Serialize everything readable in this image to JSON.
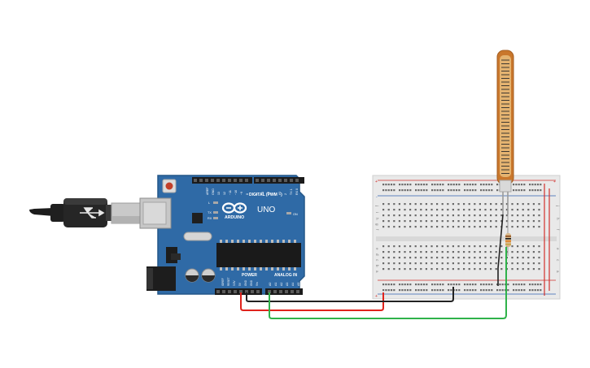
{
  "arduino": {
    "brand": "ARDUINO",
    "model": "UNO",
    "digital_header": "DIGITAL (PWM ~)",
    "power_header": "POWER",
    "analog_header": "ANALOG IN",
    "aref": "AREF",
    "gnd": "GND",
    "on": "ON",
    "l": "L",
    "tx": "TX",
    "rx": "RX",
    "icsp": "ICSP",
    "power_pins": [
      "IOREF",
      "RESET",
      "3.3V",
      "5V",
      "GND",
      "GND",
      "Vin"
    ],
    "analog_pins": [
      "A0",
      "A1",
      "A2",
      "A3",
      "A4",
      "A5"
    ],
    "digital_pins": [
      "13",
      "12",
      "~11",
      "~10",
      "~9",
      "8",
      "7",
      "~6",
      "~5",
      "4",
      "~3",
      "2",
      "TX 1",
      "RX 0"
    ]
  },
  "breadboard": {
    "row_letters_top": [
      "j",
      "i",
      "h",
      "g",
      "f"
    ],
    "row_letters_bottom": [
      "e",
      "d",
      "c",
      "b",
      "a"
    ],
    "rail_plus": "+",
    "rail_minus": "-"
  },
  "colors": {
    "board_blue": "#2f6aa6",
    "board_edge": "#245788",
    "breadboard": "#e9e9e9",
    "rail_red": "#d2302c",
    "rail_blue": "#2f5fb0",
    "wire_red": "#e0231c",
    "wire_black": "#222222",
    "wire_green": "#2fb24a",
    "flex_sensor": "#c9772c"
  }
}
